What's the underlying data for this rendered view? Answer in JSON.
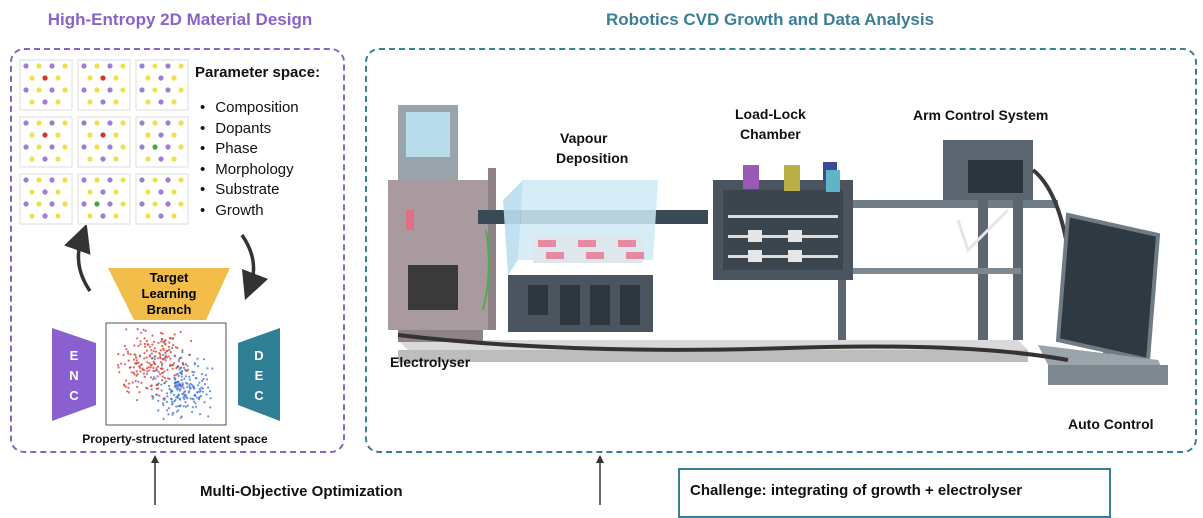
{
  "left_panel": {
    "title": "High-Entropy 2D Material Design",
    "param_title": "Parameter space:",
    "params": [
      "Composition",
      "Dopants",
      "Phase",
      "Morphology",
      "Substrate",
      "Growth"
    ],
    "target_label": [
      "Target",
      "Learning",
      "Branch"
    ],
    "encoder_letters": [
      "E",
      "N",
      "C"
    ],
    "decoder_letters": [
      "D",
      "E",
      "C"
    ],
    "latent_label": "Property-structured latent space"
  },
  "right_panel": {
    "title": "Robotics CVD Growth and Data Analysis",
    "labels": {
      "electrolyser": "Electrolyser",
      "vapour": "Vapour",
      "deposition": "Deposition",
      "loadlock": "Load-Lock",
      "chamber": "Chamber",
      "arm": "Arm Control System",
      "auto": "Auto Control"
    }
  },
  "bottom": {
    "optimization": "Multi-Objective Optimization",
    "challenge": "Challenge: integrating of growth + electrolyser"
  },
  "colors": {
    "purple": "#8a63c9",
    "teal": "#3a7f98",
    "target": "#f3bd4a",
    "encoder": "#8a5fd0",
    "decoder": "#2f7f95"
  }
}
